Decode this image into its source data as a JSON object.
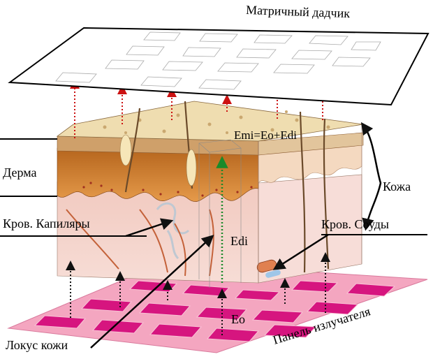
{
  "labels": {
    "sensor": "Матричный дадчик",
    "dermis": "Дерма",
    "capillaries": "Кров. Капиляры",
    "skin": "Кожа",
    "vessels": "Кров. Соуды",
    "equation": "Emi=Eo+Edi",
    "edi": "Edi",
    "eo": "Eo",
    "locus": "Локус кожи",
    "emitter": "Панель излучателя"
  },
  "colors": {
    "upward_arrow": "#cc1111",
    "emitter_arrow": "#111111",
    "center_arrow": "#1a8a2a",
    "emitter_panel": "#f4a6c0",
    "emitter_cell": "#d6157f",
    "dermis": "#d98a3c",
    "epidermis": "#e9d3a6",
    "hypodermis": "#f3d3cf"
  },
  "icons": [
    "up-arrow-icon",
    "sensor-grid-icon",
    "emitter-grid-icon"
  ]
}
